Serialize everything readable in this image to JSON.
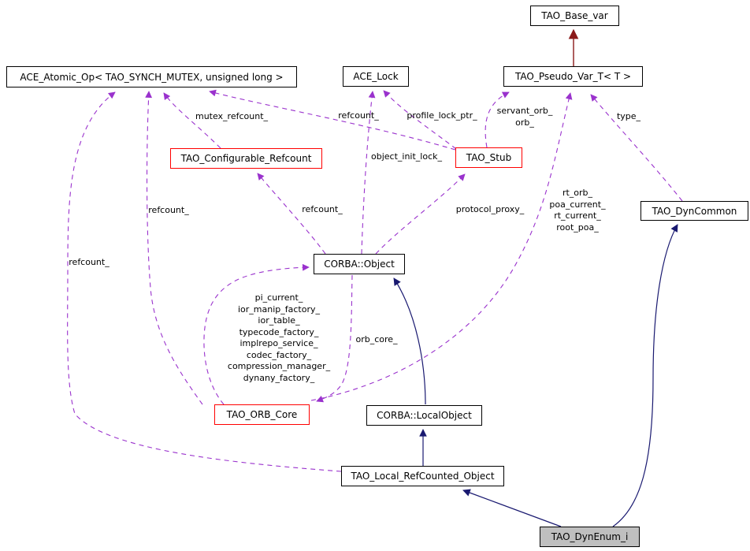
{
  "diagram_type": "doxygen-collaboration-graph",
  "colors": {
    "background": "#ffffff",
    "usage_edge": "#9a32cd",
    "inheritance_edge": "#191970",
    "protected_inheritance_edge": "#8b1a1a",
    "node_border": "#000000",
    "highlight_border": "#ff0000",
    "node_fill": "#ffffff",
    "focus_node_fill": "#bfbfbf",
    "text": "#000000"
  },
  "nodes": {
    "ace_atomic_op": {
      "label": "ACE_Atomic_Op< TAO_SYNCH_MUTEX, unsigned long >",
      "style": "plain"
    },
    "ace_lock": {
      "label": "ACE_Lock",
      "style": "plain"
    },
    "tao_base_var": {
      "label": "TAO_Base_var",
      "style": "plain"
    },
    "tao_pseudo_var_t": {
      "label": "TAO_Pseudo_Var_T< T >",
      "style": "plain"
    },
    "tao_configurable_refcount": {
      "label": "TAO_Configurable_Refcount",
      "style": "red-border"
    },
    "tao_stub": {
      "label": "TAO_Stub",
      "style": "red-border"
    },
    "tao_dyncommon": {
      "label": "TAO_DynCommon",
      "style": "plain"
    },
    "corba_object": {
      "label": "CORBA::Object",
      "style": "plain"
    },
    "tao_orb_core": {
      "label": "TAO_ORB_Core",
      "style": "red-border"
    },
    "corba_localobject": {
      "label": "CORBA::LocalObject",
      "style": "plain"
    },
    "tao_local_refcounted_object": {
      "label": "TAO_Local_RefCounted_Object",
      "style": "plain"
    },
    "tao_dynenum_i": {
      "label": "TAO_DynEnum_i",
      "style": "focus"
    }
  },
  "edge_labels": {
    "mutex_refcount": "mutex_refcount_",
    "refcount_stub": "refcount_",
    "profile_lock_ptr": "profile_lock_ptr_",
    "servant_orb": "servant_orb_\norb_",
    "type": "type_",
    "object_init_lock": "object_init_lock_",
    "refcount_orb_core": "refcount_",
    "refcount_object": "refcount_",
    "protocol_proxy": "protocol_proxy_",
    "rt_orb": "rt_orb_\npoa_current_\nrt_current_\nroot_poa_",
    "refcount_local": "refcount_",
    "orb_core_members": "pi_current_\nior_manip_factory_\nior_table_\ntypecode_factory_\nimplrepo_service_\ncodec_factory_\ncompression_manager_\ndynany_factory_",
    "orb_core": "orb_core_"
  },
  "edges": [
    {
      "from": "tao_stub",
      "to": "tao_pseudo_var_t",
      "label": "servant_orb_ orb_",
      "kind": "usage"
    },
    {
      "from": "tao_orb_core",
      "to": "tao_pseudo_var_t",
      "label": "rt_orb_ poa_current_ rt_current_ root_poa_",
      "kind": "usage"
    },
    {
      "from": "tao_dyncommon",
      "to": "tao_pseudo_var_t",
      "label": "type_",
      "kind": "usage"
    },
    {
      "from": "tao_stub",
      "to": "ace_lock",
      "label": "profile_lock_ptr_",
      "kind": "usage"
    },
    {
      "from": "corba_object",
      "to": "ace_lock",
      "label": "object_init_lock_",
      "kind": "usage"
    },
    {
      "from": "tao_stub",
      "to": "ace_atomic_op",
      "label": "refcount_",
      "kind": "usage"
    },
    {
      "from": "tao_configurable_refcount",
      "to": "ace_atomic_op",
      "label": "mutex_refcount_",
      "kind": "usage"
    },
    {
      "from": "tao_orb_core",
      "to": "ace_atomic_op",
      "label": "refcount_",
      "kind": "usage"
    },
    {
      "from": "tao_local_refcounted_object",
      "to": "ace_atomic_op",
      "label": "refcount_",
      "kind": "usage"
    },
    {
      "from": "corba_object",
      "to": "tao_configurable_refcount",
      "label": "refcount_",
      "kind": "usage"
    },
    {
      "from": "corba_object",
      "to": "tao_stub",
      "label": "protocol_proxy_",
      "kind": "usage"
    },
    {
      "from": "corba_object",
      "to": "tao_orb_core",
      "label": "orb_core_",
      "kind": "usage"
    },
    {
      "from": "tao_orb_core",
      "to": "corba_object",
      "label": "pi_current_ ior_manip_factory_ ior_table_ typecode_factory_ implrepo_service_ codec_factory_ compression_manager_ dynany_factory_",
      "kind": "usage"
    },
    {
      "from": "corba_localobject",
      "to": "corba_object",
      "label": "",
      "kind": "inheritance"
    },
    {
      "from": "tao_local_refcounted_object",
      "to": "corba_localobject",
      "label": "",
      "kind": "inheritance"
    },
    {
      "from": "tao_dynenum_i",
      "to": "tao_local_refcounted_object",
      "label": "",
      "kind": "inheritance"
    },
    {
      "from": "tao_dynenum_i",
      "to": "tao_dyncommon",
      "label": "",
      "kind": "inheritance"
    },
    {
      "from": "tao_pseudo_var_t",
      "to": "tao_base_var",
      "label": "",
      "kind": "protected-inheritance"
    }
  ]
}
